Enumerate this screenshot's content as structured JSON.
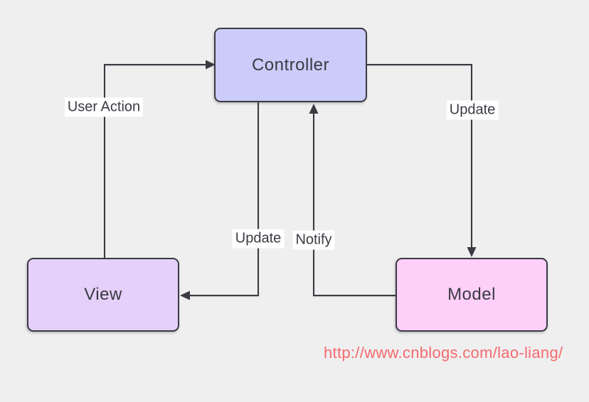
{
  "diagram": {
    "title": "MVC pattern diagram",
    "colors": {
      "background": "#efefef",
      "line": "#3a3a42",
      "text": "#3a3a42",
      "label_background": "#ffffff",
      "controller_fill": "#cbccf9",
      "view_fill": "#e5d0f9",
      "model_fill": "#fecff9"
    },
    "nodes": [
      {
        "id": "controller",
        "label": "Controller",
        "fill": "#cbccf9"
      },
      {
        "id": "view",
        "label": "View",
        "fill": "#e5d0f9"
      },
      {
        "id": "model",
        "label": "Model",
        "fill": "#fecff9"
      }
    ],
    "edges": [
      {
        "id": "user-action",
        "label": "User Action",
        "from": "view",
        "to": "controller"
      },
      {
        "id": "update-controller-model",
        "label": "Update",
        "from": "controller",
        "to": "model"
      },
      {
        "id": "update-controller-view",
        "label": "Update",
        "from": "controller",
        "to": "view"
      },
      {
        "id": "notify",
        "label": "Notify",
        "from": "model",
        "to": "controller"
      }
    ]
  },
  "watermark": {
    "url_text": "http://www.cnblogs.com/lao-liang/",
    "color": "#f7696f"
  }
}
